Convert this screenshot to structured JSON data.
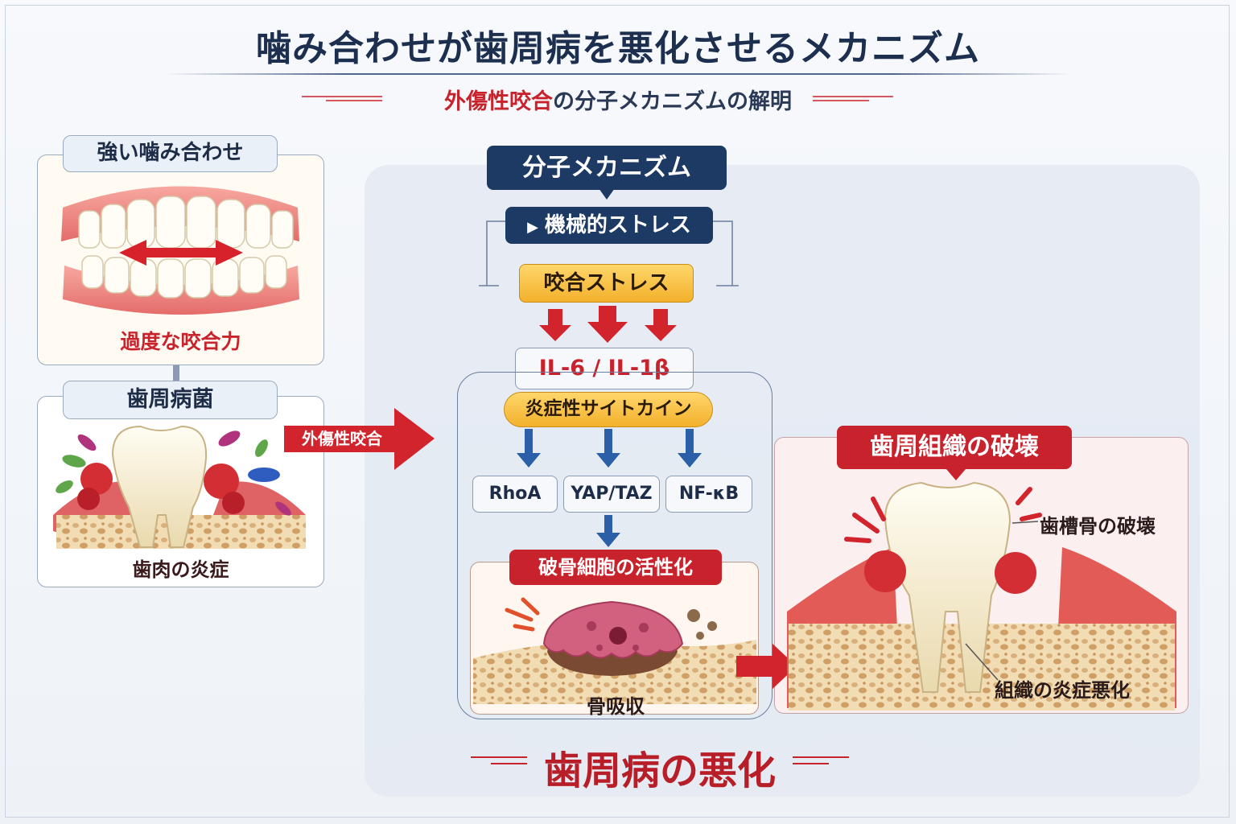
{
  "title": "噛み合わせが歯周病を悪化させるメカニズム",
  "subtitle": {
    "highlight": "外傷性咬合",
    "rest": "の分子メカニズムの解明"
  },
  "left": {
    "top_panel": {
      "label": "強い噛み合わせ",
      "caption": "過度な咬合力"
    },
    "bottom_panel": {
      "label": "歯周病菌",
      "caption": "歯肉の炎症"
    },
    "arrow_label": "外傷性咬合"
  },
  "mechanism": {
    "header": "分子メカニズム",
    "mechanical_stress": "機械的ストレス",
    "occlusal_stress": "咬合ストレス",
    "cytokines": "IL-6 / IL-1β",
    "cytokine_pill": "炎症性サイトカイン",
    "pathways": [
      "RhoA",
      "YAP/TAZ",
      "NF-κB"
    ],
    "osteoclast_tag": "破骨細胞の活性化",
    "bone_resorption": "骨吸収"
  },
  "right": {
    "tag": "歯周組織の破壊",
    "annotation_bone": "歯槽骨の破壊",
    "annotation_tissue": "組織の炎症悪化"
  },
  "footer": "歯周病の悪化",
  "colors": {
    "navy": "#1d3a64",
    "red": "#c8232c",
    "gold": "#f3b12c",
    "blue_arrow": "#2b5fa8"
  }
}
